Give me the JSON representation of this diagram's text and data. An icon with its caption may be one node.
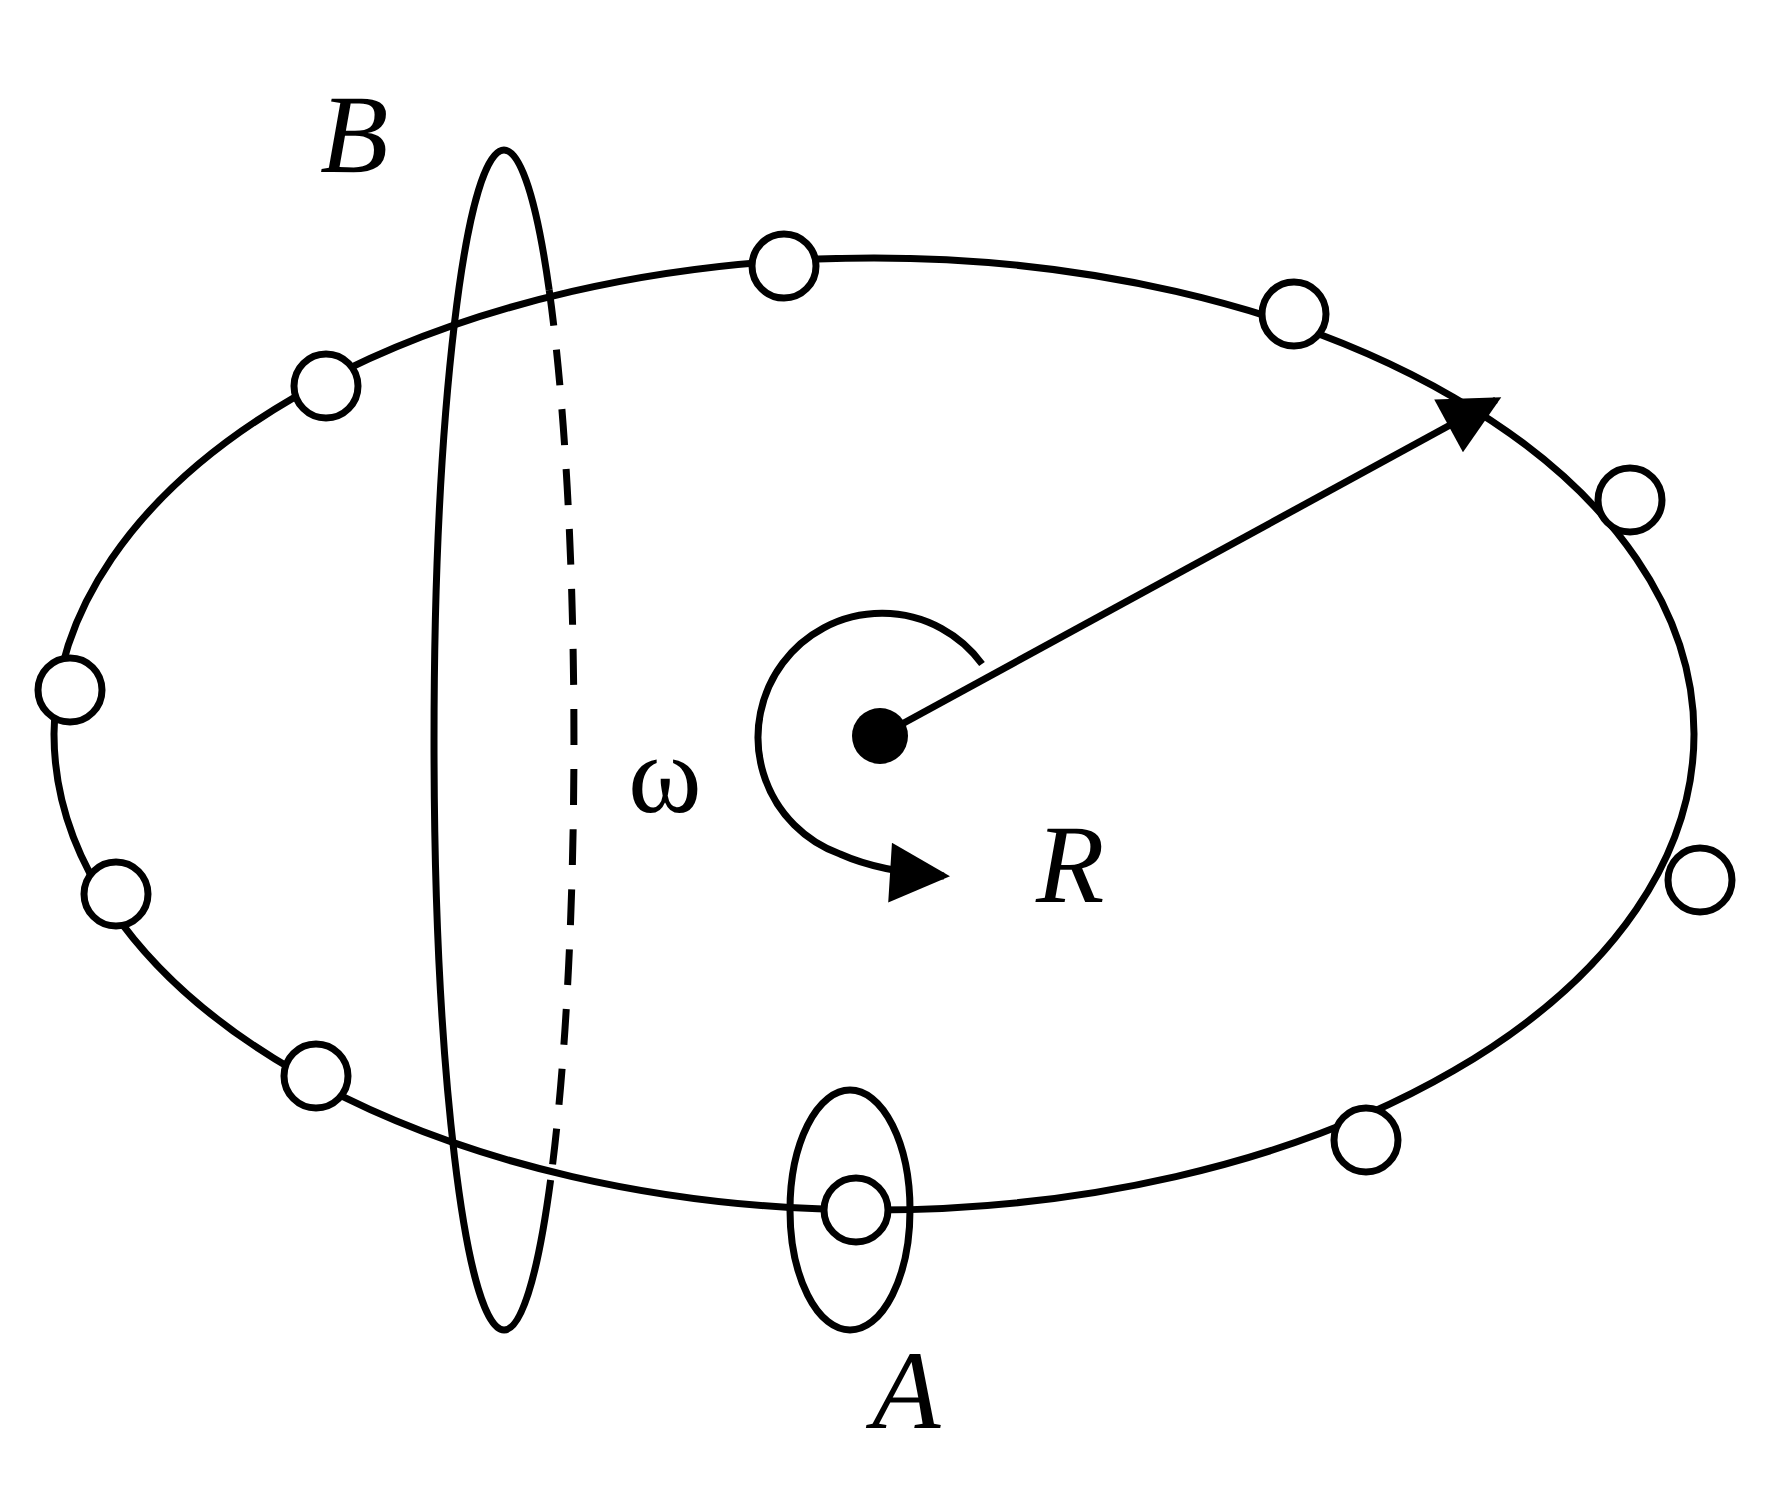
{
  "diagram": {
    "labels": [
      "B",
      "ω",
      "R",
      "A"
    ]
  }
}
